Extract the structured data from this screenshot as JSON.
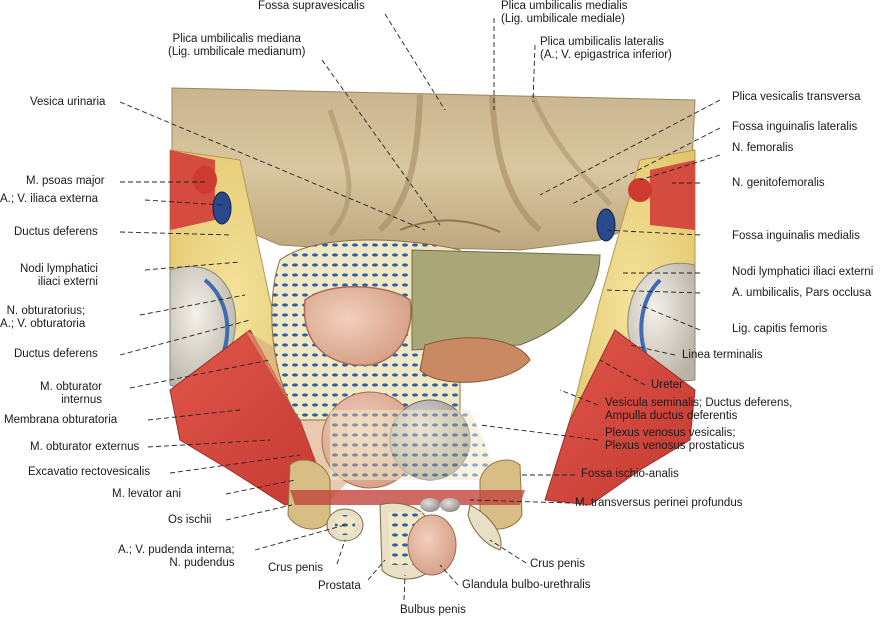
{
  "labels": {
    "fossa_supravesicalis": "Fossa supravesicalis",
    "plica_umb_medialis": [
      "Plica umbilicalis medialis",
      "(Lig. umbilicale mediale)"
    ],
    "plica_umb_mediana": [
      "Plica umbilicalis mediana",
      "(Lig. umbilicale medianum)"
    ],
    "plica_umb_lateralis": [
      "Plica umbilicalis lateralis",
      "(A.; V. epigastrica inferior)"
    ],
    "vesica_urinaria": "Vesica urinaria",
    "plica_vesicalis_transversa": "Plica vesicalis transversa",
    "fossa_inguinalis_lateralis": "Fossa inguinalis lateralis",
    "n_femoralis": "N. femoralis",
    "m_psoas_major": "M. psoas major",
    "n_genitofemoralis": "N. genitofemoralis",
    "a_v_iliaca_externa": "A.; V. iliaca externa",
    "ductus_deferens_1": "Ductus deferens",
    "fossa_inguinalis_medialis": "Fossa inguinalis medialis",
    "nodi_lymph_iliaci_externi_left": [
      "Nodi lymphatici",
      "iliaci externi"
    ],
    "nodi_lymph_iliaci_externi_right": "Nodi lymphatici iliaci externi",
    "a_umbilicalis": "A. umbilicalis, Pars occlusa",
    "n_obturatorius": [
      "N. obturatorius;",
      "A.; V. obturatoria"
    ],
    "lig_capitis_femoris": "Lig. capitis femoris",
    "ductus_deferens_2": "Ductus deferens",
    "linea_terminalis": "Linea terminalis",
    "m_obturator_internus": [
      "M. obturator",
      "internus"
    ],
    "ureter": "Ureter",
    "vesicula_seminalis": [
      "Vesicula seminalis; Ductus deferens,",
      "Ampulla ductus deferentis"
    ],
    "membrana_obturatoria": "Membrana obturatoria",
    "plexus_venosus": [
      "Plexus venosus vesicalis;",
      "Plexus venosus prostaticus"
    ],
    "m_obturator_externus": "M. obturator externus",
    "excavatio_rectovesicalis": "Excavatio rectovesicalis",
    "fossa_ischio_analis": "Fossa ischio-analis",
    "m_levator_ani": "M. levator ani",
    "m_transversus_perinei": "M. transversus perinei profundus",
    "os_ischii": "Os ischii",
    "a_v_pudenda_interna": [
      "A.; V. pudenda interna;",
      "N. pudendus"
    ],
    "crus_penis_left": "Crus penis",
    "crus_penis_right": "Crus penis",
    "glandula_bulbo_urethralis": "Glandula bulbo-urethralis",
    "prostata": "Prostata",
    "bulbus_penis": "Bulbus penis"
  }
}
